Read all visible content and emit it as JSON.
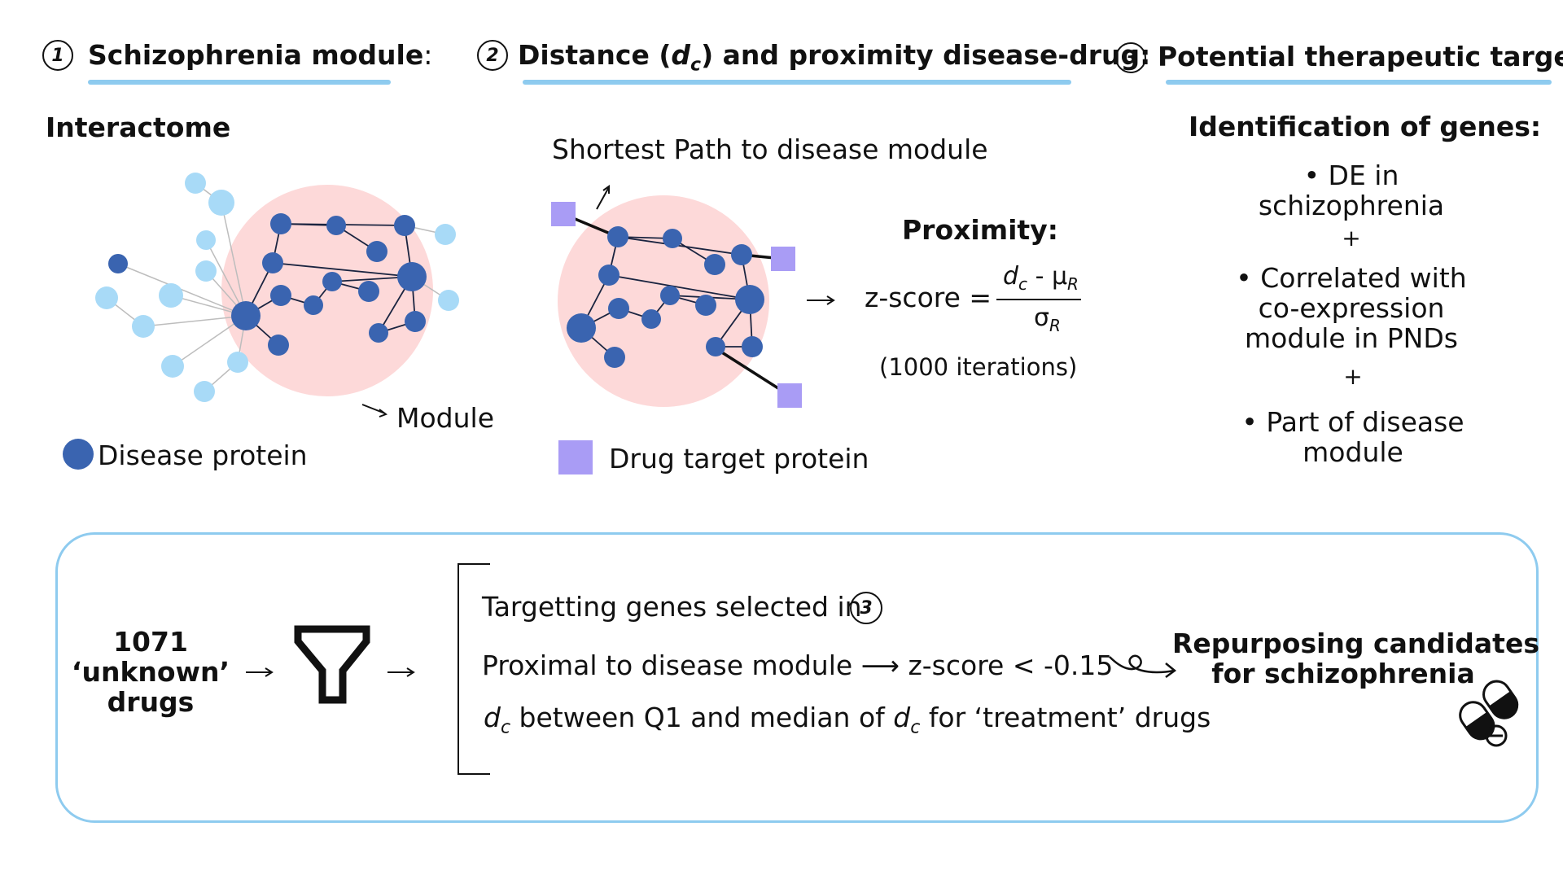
{
  "sections": {
    "s1": {
      "number": "1",
      "title": "Schizophrenia module",
      "title_suffix": ":"
    },
    "s2": {
      "number": "2",
      "title_prefix": "Distance (",
      "title_var": "d",
      "title_sub": "c",
      "title_suffix": ") and proximity disease-drug:"
    },
    "s3": {
      "number": "3",
      "title": "Potential therapeutic targets:"
    }
  },
  "panel1": {
    "heading": "Interactome",
    "module_label": "Module",
    "legend_disease_protein": "Disease protein"
  },
  "panel2": {
    "shortest_path_label": "Shortest Path to disease module",
    "proximity_heading": "Proximity:",
    "zscore_label": "z-score =",
    "numerator_var": "d",
    "numerator_sub": "c",
    "numerator_rest": " - μ",
    "numerator_rest_sub": "R",
    "denominator": "σ",
    "denominator_sub": "R",
    "iterations": "(1000 iterations)",
    "legend_drug_target": "Drug target protein"
  },
  "panel3": {
    "heading": "Identification of genes:",
    "bullet1_line1": "• DE in",
    "bullet1_line2": "schizophrenia",
    "plus1": "+",
    "bullet2_line1": "• Correlated with",
    "bullet2_line2": "co-expression",
    "bullet2_line3": "module in PNDs",
    "plus2": "+",
    "bullet3_line1": "• Part of disease",
    "bullet3_line2": "module"
  },
  "bottom": {
    "drugs_line1": "1071",
    "drugs_line2": "‘unknown’",
    "drugs_line3": "drugs",
    "criterion1_text": "Targetting genes selected in",
    "criterion1_ref": "3",
    "criterion2_text": "Proximal to disease module ⟶ z-score < -0.15",
    "criterion3_var": "d",
    "criterion3_sub": "c",
    "criterion3_mid": " between Q1 and median of ",
    "criterion3_var2": "d",
    "criterion3_sub2": "c",
    "criterion3_end": " for ‘treatment’ drugs",
    "result_line1": "Repurposing candidates",
    "result_line2": "for schizophrenia"
  },
  "colors": {
    "disease_protein": "#3a64b0",
    "interactome_protein": "#a8daf7",
    "module_fill": "#fdd9d9",
    "drug_target": "#a99cf5",
    "accent_underline": "#8ecbef"
  }
}
